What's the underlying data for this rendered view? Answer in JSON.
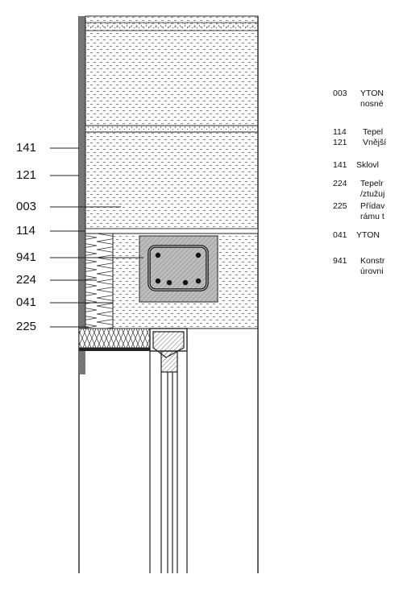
{
  "callouts": [
    {
      "id": "141",
      "text": "141"
    },
    {
      "id": "121",
      "text": "121"
    },
    {
      "id": "003",
      "text": "003"
    },
    {
      "id": "114",
      "text": "114"
    },
    {
      "id": "941",
      "text": "941"
    },
    {
      "id": "224",
      "text": "224"
    },
    {
      "id": "041",
      "text": "041"
    },
    {
      "id": "225",
      "text": "225"
    }
  ],
  "legend": [
    {
      "code": "003",
      "lines": [
        "YTON",
        "nosné"
      ]
    },
    {
      "code": "114",
      "lines": [
        "Tepel"
      ]
    },
    {
      "code": "121",
      "lines": [
        "Vnější"
      ]
    },
    {
      "code": "141",
      "lines": [
        "Sklovl"
      ]
    },
    {
      "code": "224",
      "lines": [
        "Tepelr",
        "/ztužuj"
      ]
    },
    {
      "code": "225",
      "lines": [
        "Přídav",
        "rámu t"
      ]
    },
    {
      "code": "041",
      "lines": [
        "YTON"
      ]
    },
    {
      "code": "941",
      "lines": [
        "Konstr",
        "úrovni"
      ]
    }
  ]
}
